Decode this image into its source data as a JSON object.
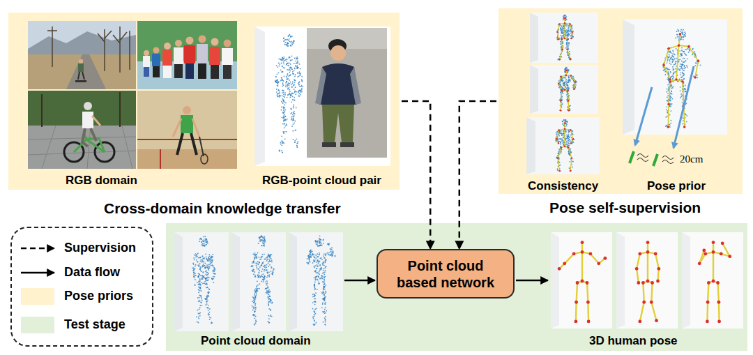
{
  "diagram": {
    "nodes": [
      {
        "text": [
          "RGB domain",
          "RGB-point cloud pair",
          "Cross-domain knowledge transfer"
        ]
      },
      {
        "text": [
          "Consistency",
          "Pose prior",
          "Pose self-supervision"
        ]
      },
      {
        "text": [
          "Point cloud domain",
          "3D human pose"
        ]
      },
      {
        "text": [
          "Point cloud based network"
        ],
        "in": 2
      }
    ],
    "edges": [
      {
        "from": 0,
        "to": 3,
        "arrow": "to"
      },
      {
        "from": 1,
        "to": 3,
        "arrow": "to"
      }
    ],
    "labels": [
      "20cm"
    ],
    "legend": [
      {
        "text": "Supervision"
      },
      {
        "text": "Data flow"
      },
      {
        "text": "Pose priors",
        "color": "#FFF2CC"
      },
      {
        "text": "Test stage",
        "color": "#E2F0D9"
      }
    ]
  }
}
